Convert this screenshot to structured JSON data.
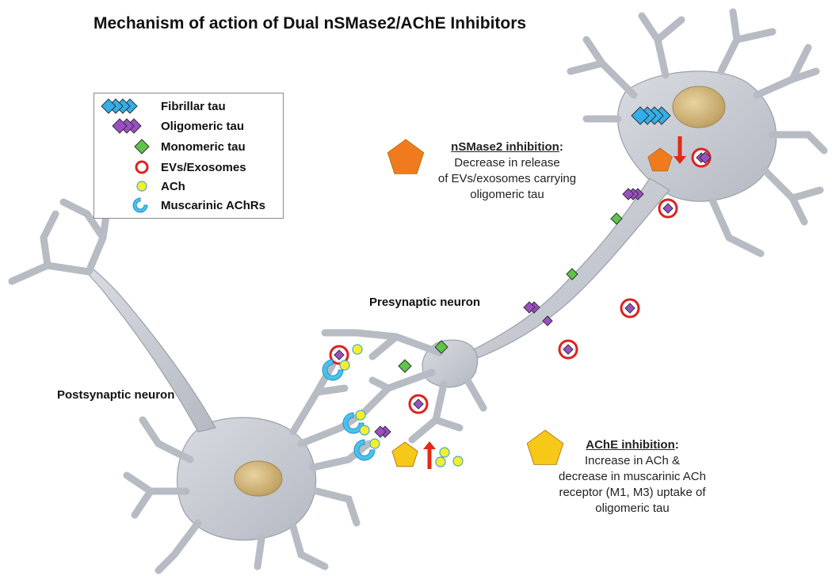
{
  "title": "Mechanism of action of Dual nSMase2/AChE Inhibitors",
  "legend": {
    "items": [
      {
        "icon": "fibrillar-tau-icon",
        "label": "Fibrillar tau"
      },
      {
        "icon": "oligomeric-tau-icon",
        "label": "Oligomeric tau"
      },
      {
        "icon": "monomeric-tau-icon",
        "label": "Monomeric tau"
      },
      {
        "icon": "exosome-icon",
        "label": "EVs/Exosomes"
      },
      {
        "icon": "ach-icon",
        "label": "ACh"
      },
      {
        "icon": "muscarinic-achr-icon",
        "label": "Muscarinic AChRs"
      }
    ]
  },
  "labels": {
    "presynaptic": "Presynaptic neuron",
    "postsynaptic": "Postsynaptic neuron"
  },
  "nsmase2": {
    "title": "nSMase2 inhibition",
    "colon": ":",
    "lines": [
      "Decrease in release",
      "of EVs/exosomes carrying",
      "oligomeric tau"
    ]
  },
  "ache": {
    "title": "AChE inhibition",
    "colon": ":",
    "lines": [
      "Increase in ACh &",
      "decrease in muscarinic ACh",
      "receptor (M1, M3) uptake of",
      "oligomeric tau"
    ]
  },
  "colors": {
    "neuron_fill": "#c9ccd3",
    "nucleus": "#cdb27a",
    "fibrillar": "#33aee8",
    "oligomeric": "#9b4fc4",
    "monomeric": "#5fc44a",
    "exosome": "#e02020",
    "ach": "#f5ef2a",
    "receptor": "#45c3ee",
    "nsmase_pentagon": "#f07b1e",
    "ache_pentagon": "#f6c818",
    "arrow": "#e22b16"
  }
}
